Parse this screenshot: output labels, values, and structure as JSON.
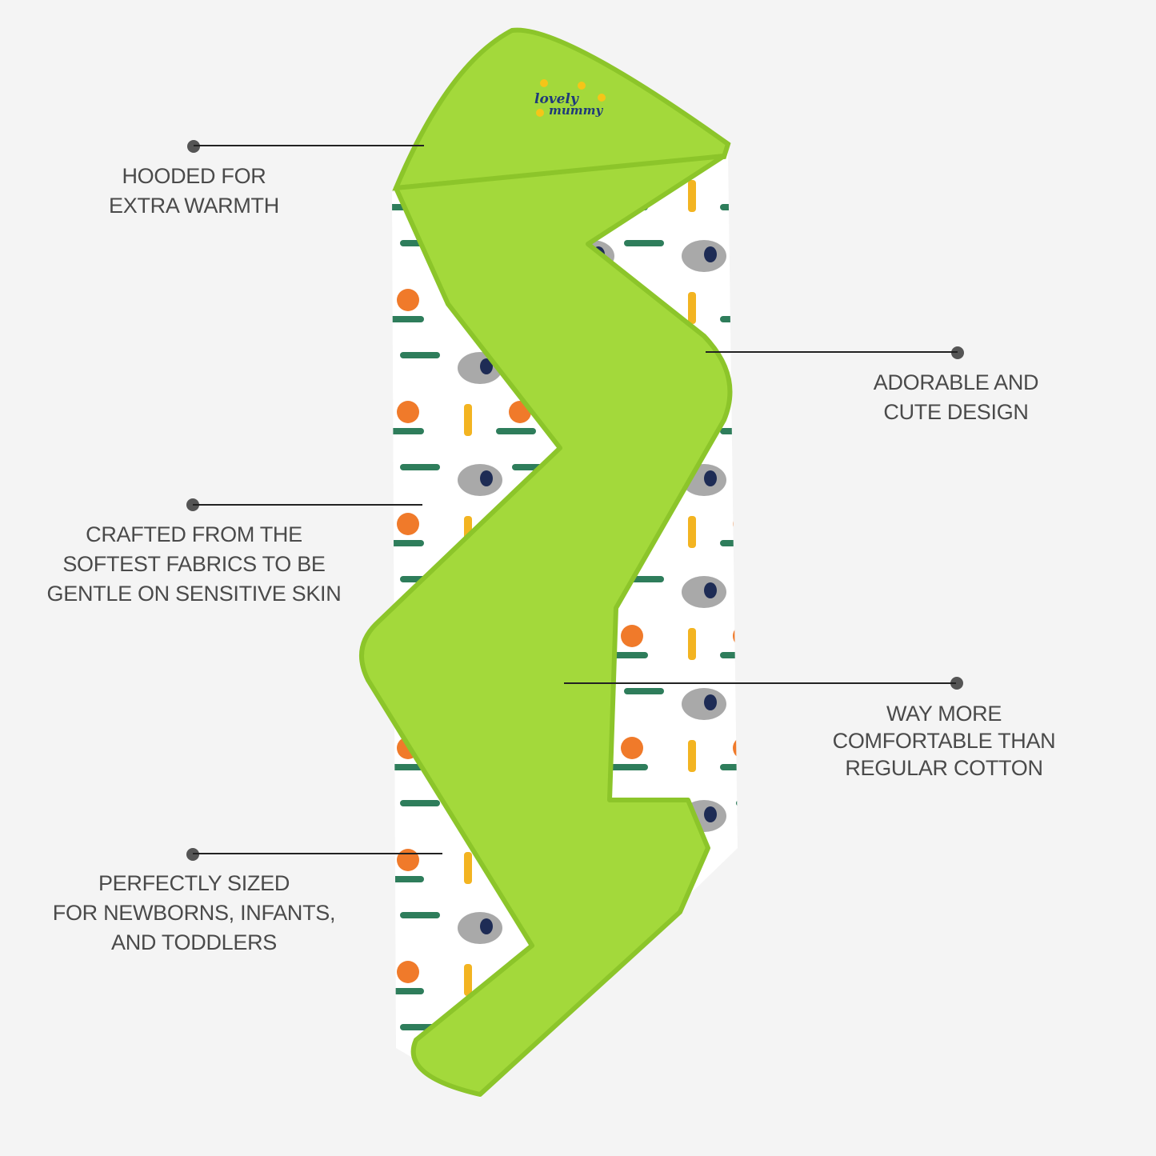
{
  "product": {
    "logo_text": [
      "lovely",
      "mummy"
    ],
    "colors": {
      "green": "#a3d93b",
      "green_edge": "#8cc52a",
      "print_bg": "#ffffff",
      "logo": "#1f3a7a"
    }
  },
  "callouts": [
    {
      "id": "hood",
      "text": "HOODED FOR\nEXTRA WARMTH"
    },
    {
      "id": "design",
      "text": "ADORABLE AND\nCUTE DESIGN"
    },
    {
      "id": "fabric",
      "text": "CRAFTED FROM THE\nSOFTEST FABRICS TO BE\nGENTLE ON SENSITIVE SKIN"
    },
    {
      "id": "comfort",
      "text": "WAY MORE\nCOMFORTABLE THAN\nREGULAR COTTON"
    },
    {
      "id": "size",
      "text": "PERFECTLY SIZED\nFOR NEWBORNS, INFANTS,\nAND TODDLERS"
    }
  ]
}
